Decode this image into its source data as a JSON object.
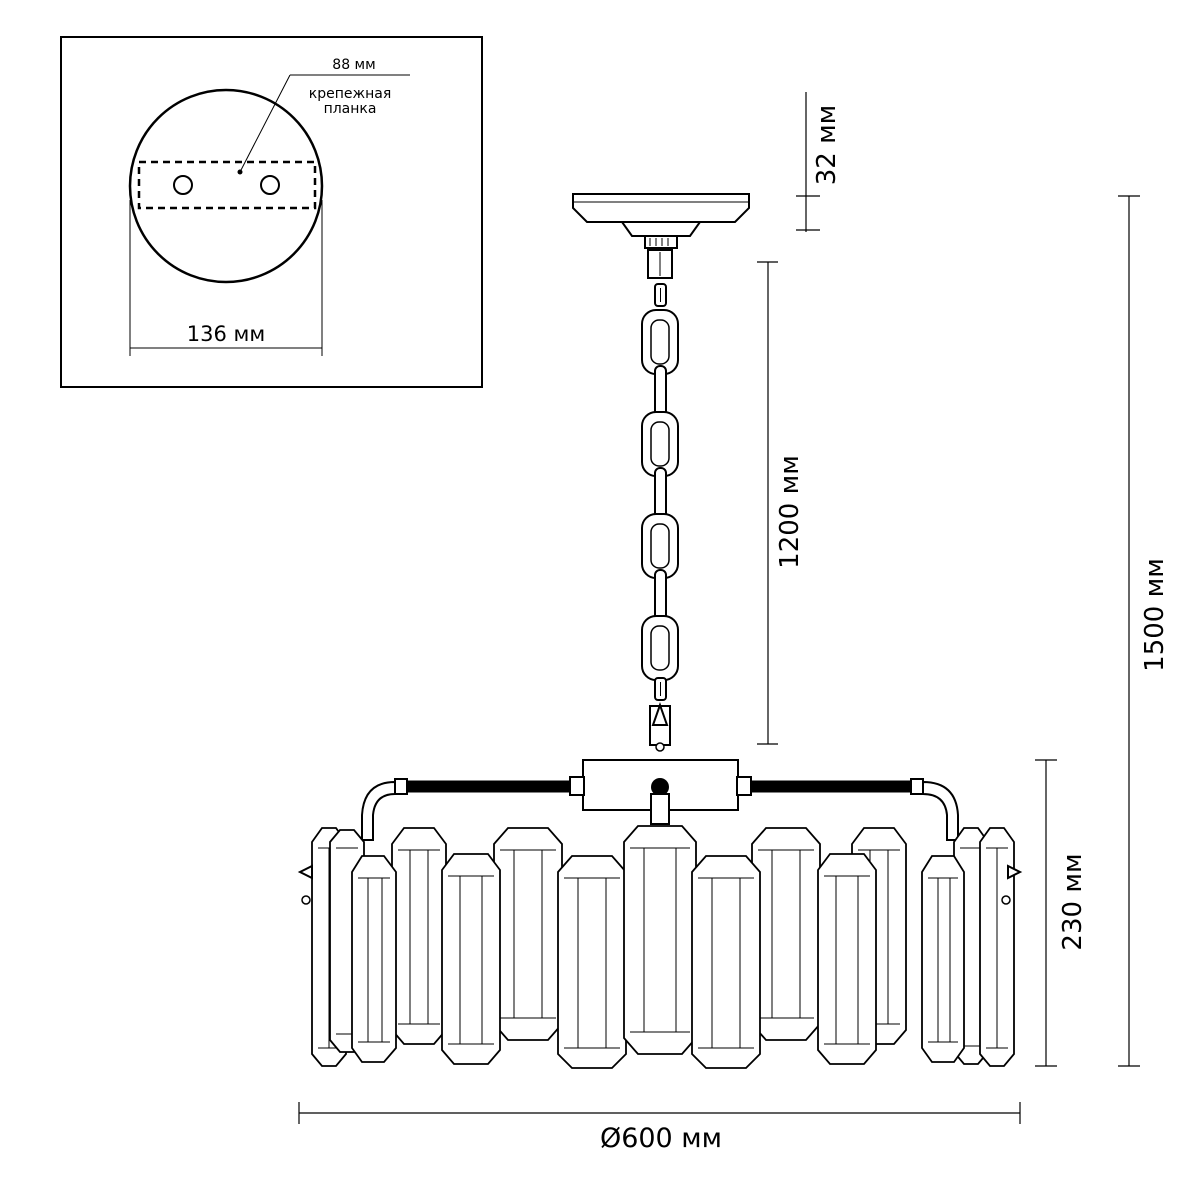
{
  "inset": {
    "bracket_dim": "88 мм",
    "bracket_label_line1": "крепежная",
    "bracket_label_line2": "планка",
    "canopy_diameter": "136 мм"
  },
  "dimensions": {
    "canopy_height": "32 мм",
    "chain_length": "1200 мм",
    "overall_height": "1500 мм",
    "shade_height": "230 мм",
    "diameter": "Ø600 мм"
  }
}
